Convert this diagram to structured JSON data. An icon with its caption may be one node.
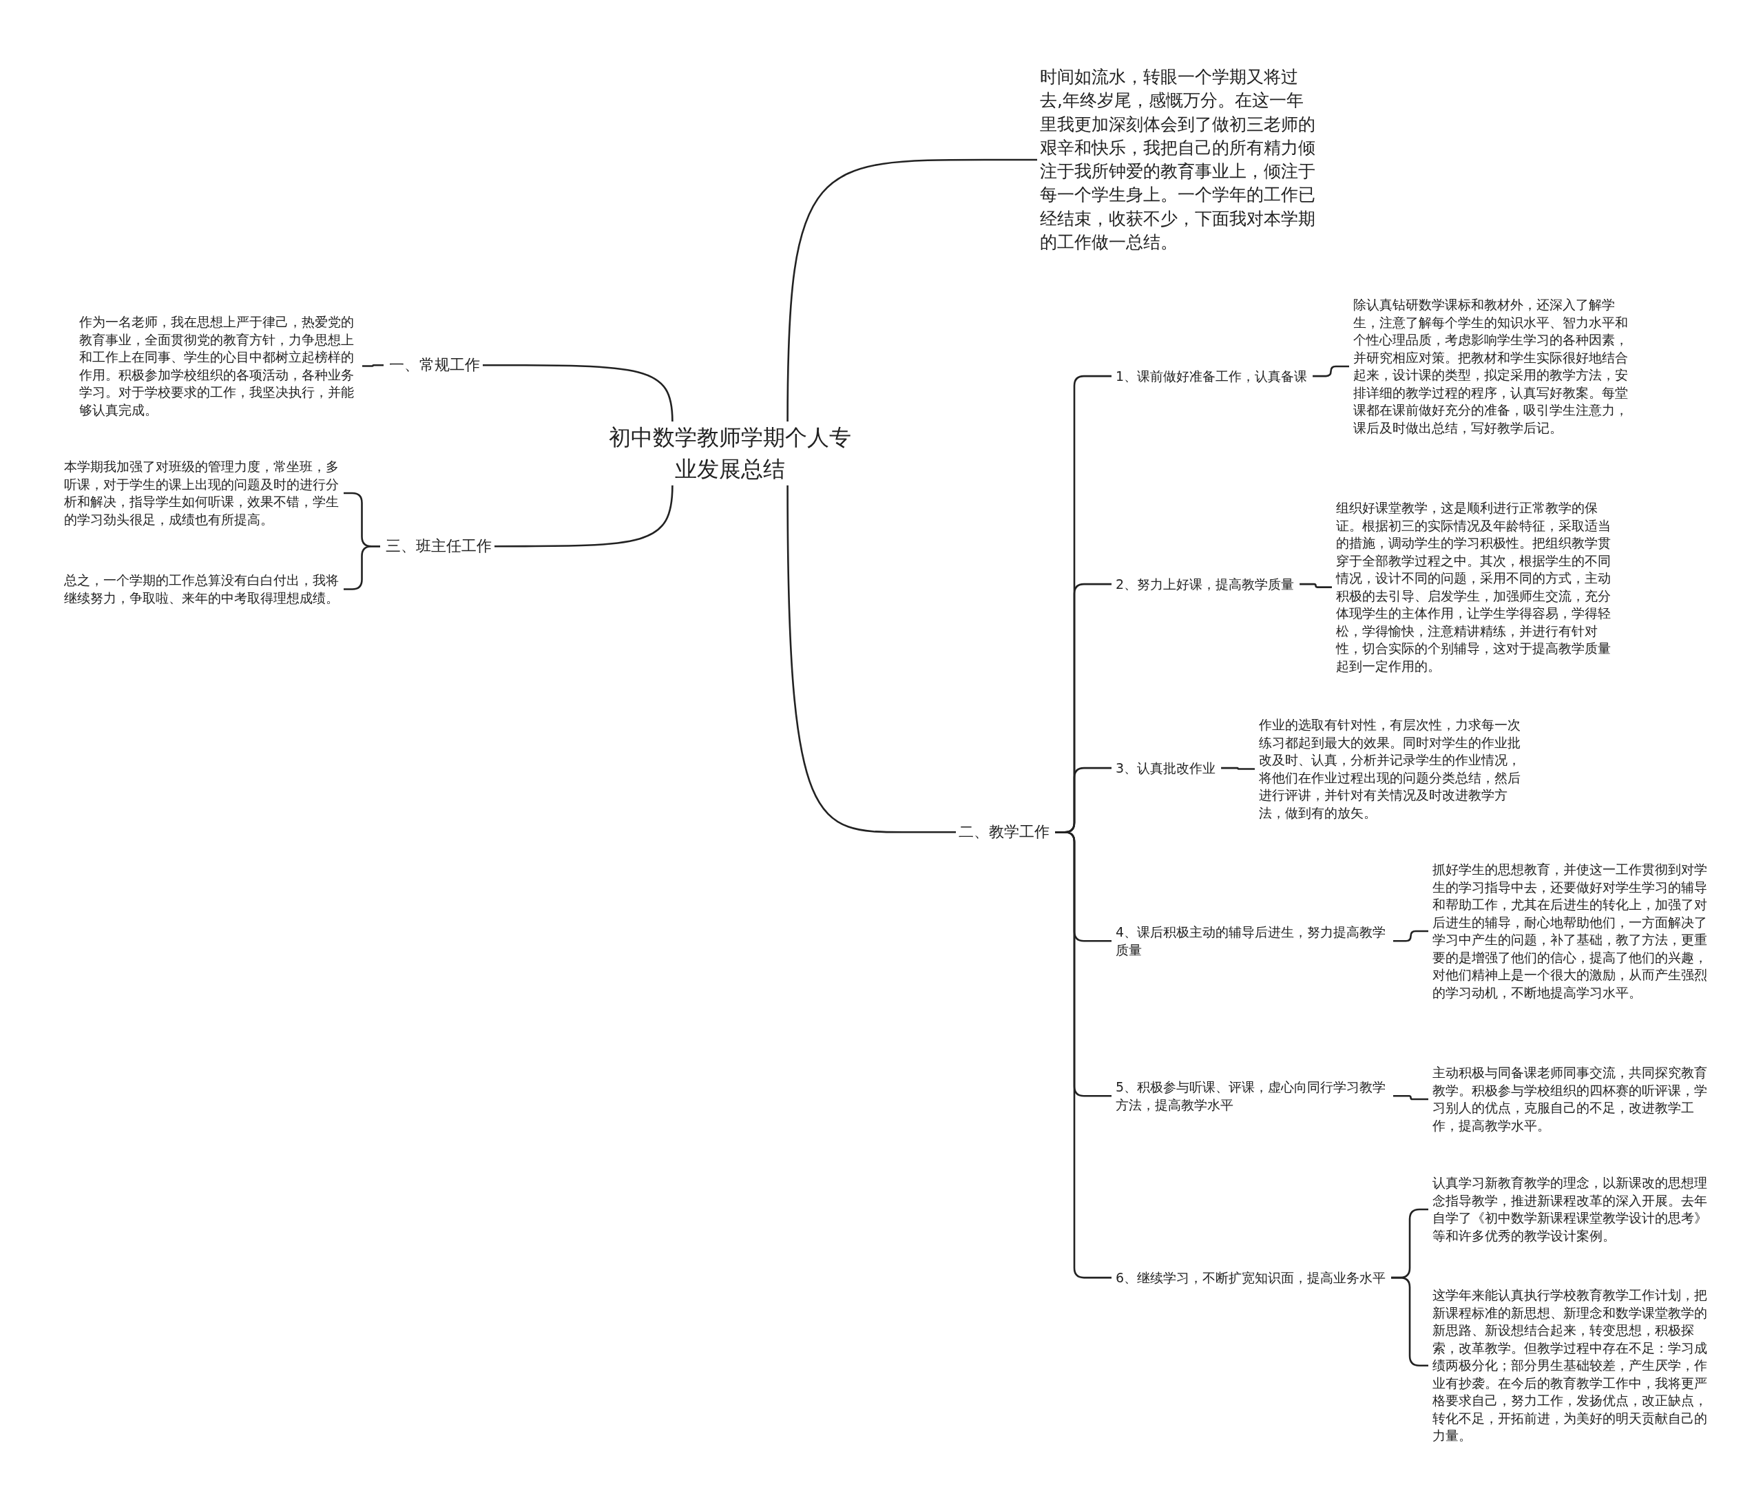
{
  "diagram": {
    "nodes": [
      {
        "text": [
          "初中数学教师学期个人专业发展总结"
        ]
      },
      {
        "text": [
          "时间如流水，转眼一个学期又将过去,年终岁尾，感慨万分。在这一年里我更加深刻体会到了做初三老师的艰辛和快乐，我把自己的所有精力倾注于我所钟爱的教育事业上，倾注于每一个学生身上。一个学年的工作已经结束，收获不少，下面我对本学期的工作做一总结。"
        ]
      },
      {
        "text": [
          "一、常规工作"
        ]
      },
      {
        "text": [
          "作为一名老师，我在思想上严于律己，热爱党的教育事业，全面贯彻党的教育方针，力争思想上和工作上在同事、学生的心目中都树立起榜样的作用。积极参加学校组织的各项活动，各种业务学习。对于学校要求的工作，我坚决执行，并能够认真完成。"
        ]
      },
      {
        "text": [
          "三、班主任工作"
        ]
      },
      {
        "text": [
          "本学期我加强了对班级的管理力度，常坐班，多听课，对于学生的课上出现的问题及时的进行分析和解决，指导学生如何听课，效果不错，学生的学习劲头很足，成绩也有所提高。"
        ]
      },
      {
        "text": [
          "总之，一个学期的工作总算没有白白付出，我将继续努力，争取啦、来年的中考取得理想成绩。"
        ]
      },
      {
        "text": [
          "二、教学工作"
        ]
      },
      {
        "text": [
          "1、课前做好准备工作，认真备课"
        ]
      },
      {
        "text": [
          "除认真钻研数学课标和教材外，还深入了解学生，注意了解每个学生的知识水平、智力水平和个性心理品质，考虑影响学生学习的各种因素，并研究相应对策。把教材和学生实际很好地结合起来，设计课的类型，拟定采用的教学方法，安排详细的教学过程的程序，认真写好教案。每堂课都在课前做好充分的准备，吸引学生注意力，课后及时做出总结，写好教学后记。"
        ]
      },
      {
        "text": [
          "2、努力上好课，提高教学质量"
        ]
      },
      {
        "text": [
          "组织好课堂教学，这是顺利进行正常教学的保证。根据初三的实际情况及年龄特征，采取适当的措施，调动学生的学习积极性。把组织教学贯穿于全部教学过程之中。其次，根据学生的不同情况，设计不同的问题，采用不同的方式，主动积极的去引导、启发学生，加强师生交流，充分体现学生的主体作用，让学生学得容易，学得轻松，学得愉快，注意精讲精练，并进行有针对性，切合实际的个别辅导，这对于提高教学质量起到一定作用的。"
        ]
      },
      {
        "text": [
          "3、认真批改作业"
        ]
      },
      {
        "text": [
          "作业的选取有针对性，有层次性，力求每一次练习都起到最大的效果。同时对学生的作业批改及时、认真，分析并记录学生的作业情况，将他们在作业过程出现的问题分类总结，然后进行评讲，并针对有关情况及时改进教学方法，做到有的放矢。"
        ]
      },
      {
        "text": [
          "4、课后积极主动的辅导后进生，努力提高教学质量"
        ]
      },
      {
        "text": [
          "抓好学生的思想教育，并使这一工作贯彻到对学生的学习指导中去，还要做好对学生学习的辅导和帮助工作，尤其在后进生的转化上，加强了对后进生的辅导，耐心地帮助他们，一方面解决了学习中产生的问题，补了基础，教了方法，更重要的是增强了他们的信心，提高了他们的兴趣，对他们精神上是一个很大的激励，从而产生强烈的学习动机，不断地提高学习水平。"
        ]
      },
      {
        "text": [
          "5、积极参与听课、评课，虚心向同行学习教学方法，提高教学水平"
        ]
      },
      {
        "text": [
          "主动积极与同备课老师同事交流，共同探究教育教学。积极参与学校组织的四杯赛的听评课，学习别人的优点，克服自己的不足，改进教学工作，提高教学水平。"
        ]
      },
      {
        "text": [
          "6、继续学习，不断扩宽知识面，提高业务水平"
        ]
      },
      {
        "text": [
          "认真学习新教育教学的理念，以新课改的思想理念指导教学，推进新课程改革的深入开展。去年自学了《初中数学新课程课堂教学设计的思考》等和许多优秀的教学设计案例。"
        ]
      },
      {
        "text": [
          "这学年来能认真执行学校教育教学工作计划，把新课程标准的新思想、新理念和数学课堂教学的新思路、新设想结合起来，转变思想，积极探索，改革教学。但教学过程中存在不足：学习成绩两极分化；部分男生基础较差，产生厌学，作业有抄袭。在今后的教育教学工作中，我将更严格要求自己，努力工作，发扬优点，改正缺点，转化不足，开拓前进，为美好的明天贡献自己的力量。"
        ]
      }
    ],
    "edges": [
      {
        "from": 0,
        "to": 1,
        "arrow": "none"
      },
      {
        "from": 0,
        "to": 2,
        "arrow": "none"
      },
      {
        "from": 2,
        "to": 3,
        "arrow": "none"
      },
      {
        "from": 0,
        "to": 4,
        "arrow": "none"
      },
      {
        "from": 4,
        "to": 5,
        "arrow": "none"
      },
      {
        "from": 4,
        "to": 6,
        "arrow": "none"
      },
      {
        "from": 0,
        "to": 7,
        "arrow": "none"
      },
      {
        "from": 7,
        "to": 8,
        "arrow": "none"
      },
      {
        "from": 8,
        "to": 9,
        "arrow": "none"
      },
      {
        "from": 7,
        "to": 10,
        "arrow": "none"
      },
      {
        "from": 10,
        "to": 11,
        "arrow": "none"
      },
      {
        "from": 7,
        "to": 12,
        "arrow": "none"
      },
      {
        "from": 12,
        "to": 13,
        "arrow": "none"
      },
      {
        "from": 7,
        "to": 14,
        "arrow": "none"
      },
      {
        "from": 14,
        "to": 15,
        "arrow": "none"
      },
      {
        "from": 7,
        "to": 16,
        "arrow": "none"
      },
      {
        "from": 16,
        "to": 17,
        "arrow": "none"
      },
      {
        "from": 7,
        "to": 18,
        "arrow": "none"
      },
      {
        "from": 18,
        "to": 19,
        "arrow": "none"
      },
      {
        "from": 18,
        "to": 20,
        "arrow": "none"
      }
    ]
  }
}
